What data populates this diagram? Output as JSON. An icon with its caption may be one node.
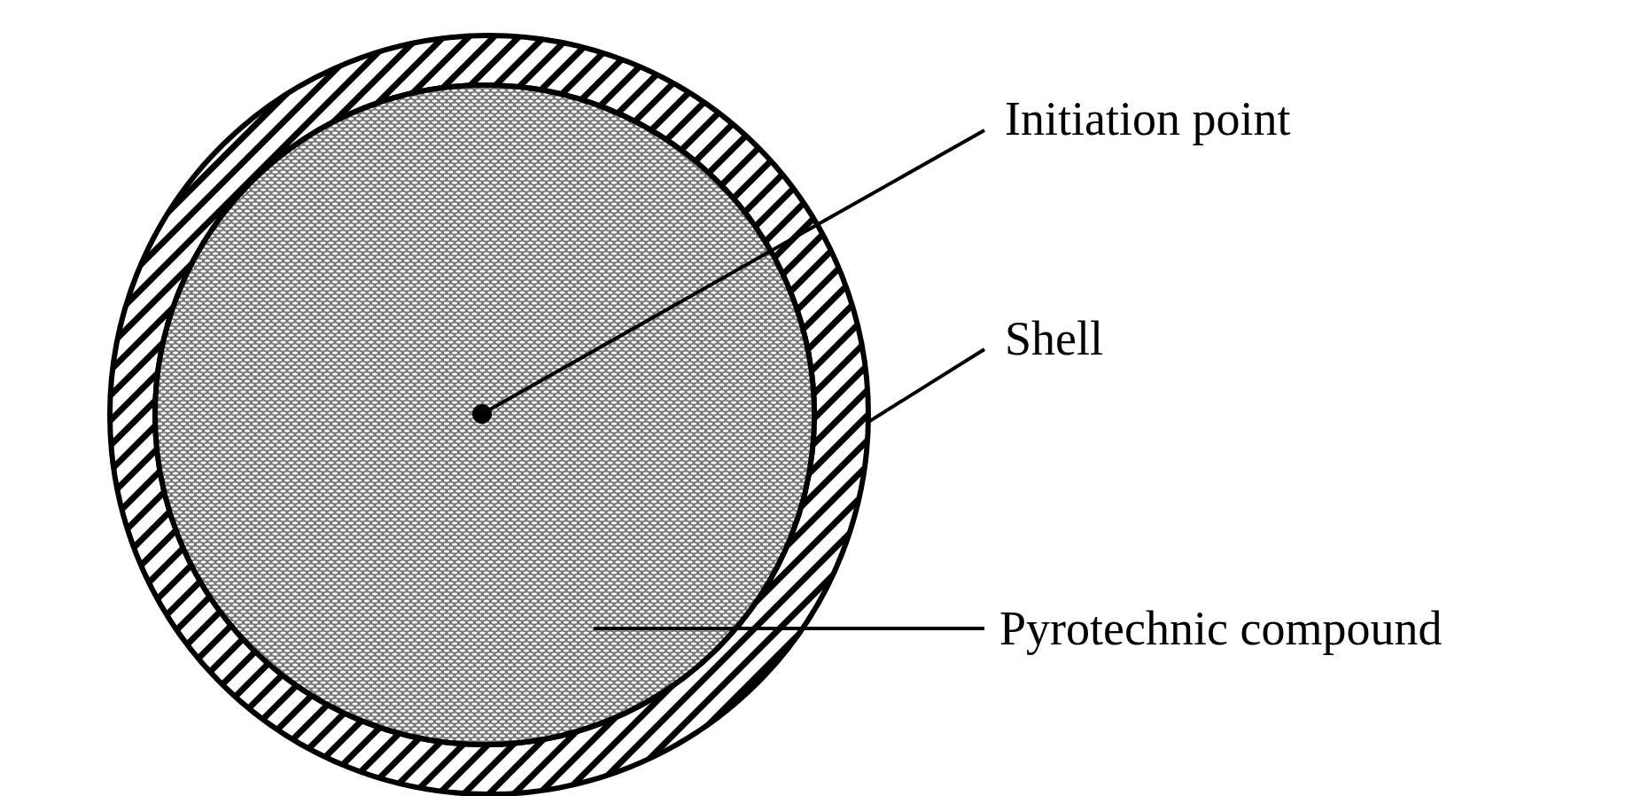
{
  "diagram": {
    "nodes": [
      {
        "text": [
          "Initiation point"
        ]
      },
      {
        "text": [
          "Shell"
        ]
      },
      {
        "text": [
          "Pyrotechnic compound"
        ]
      },
      {
        "text": [],
        "shape": "circle"
      },
      {
        "text": [],
        "shape": "circle",
        "in": 3
      },
      {
        "text": [],
        "shape": "circle",
        "in": 4
      }
    ],
    "edges": [
      {
        "from": 0,
        "to": 5,
        "arrow": "none"
      },
      {
        "from": 1,
        "to": 3,
        "arrow": "none"
      },
      {
        "from": 2,
        "to": 4,
        "arrow": "none"
      }
    ]
  }
}
